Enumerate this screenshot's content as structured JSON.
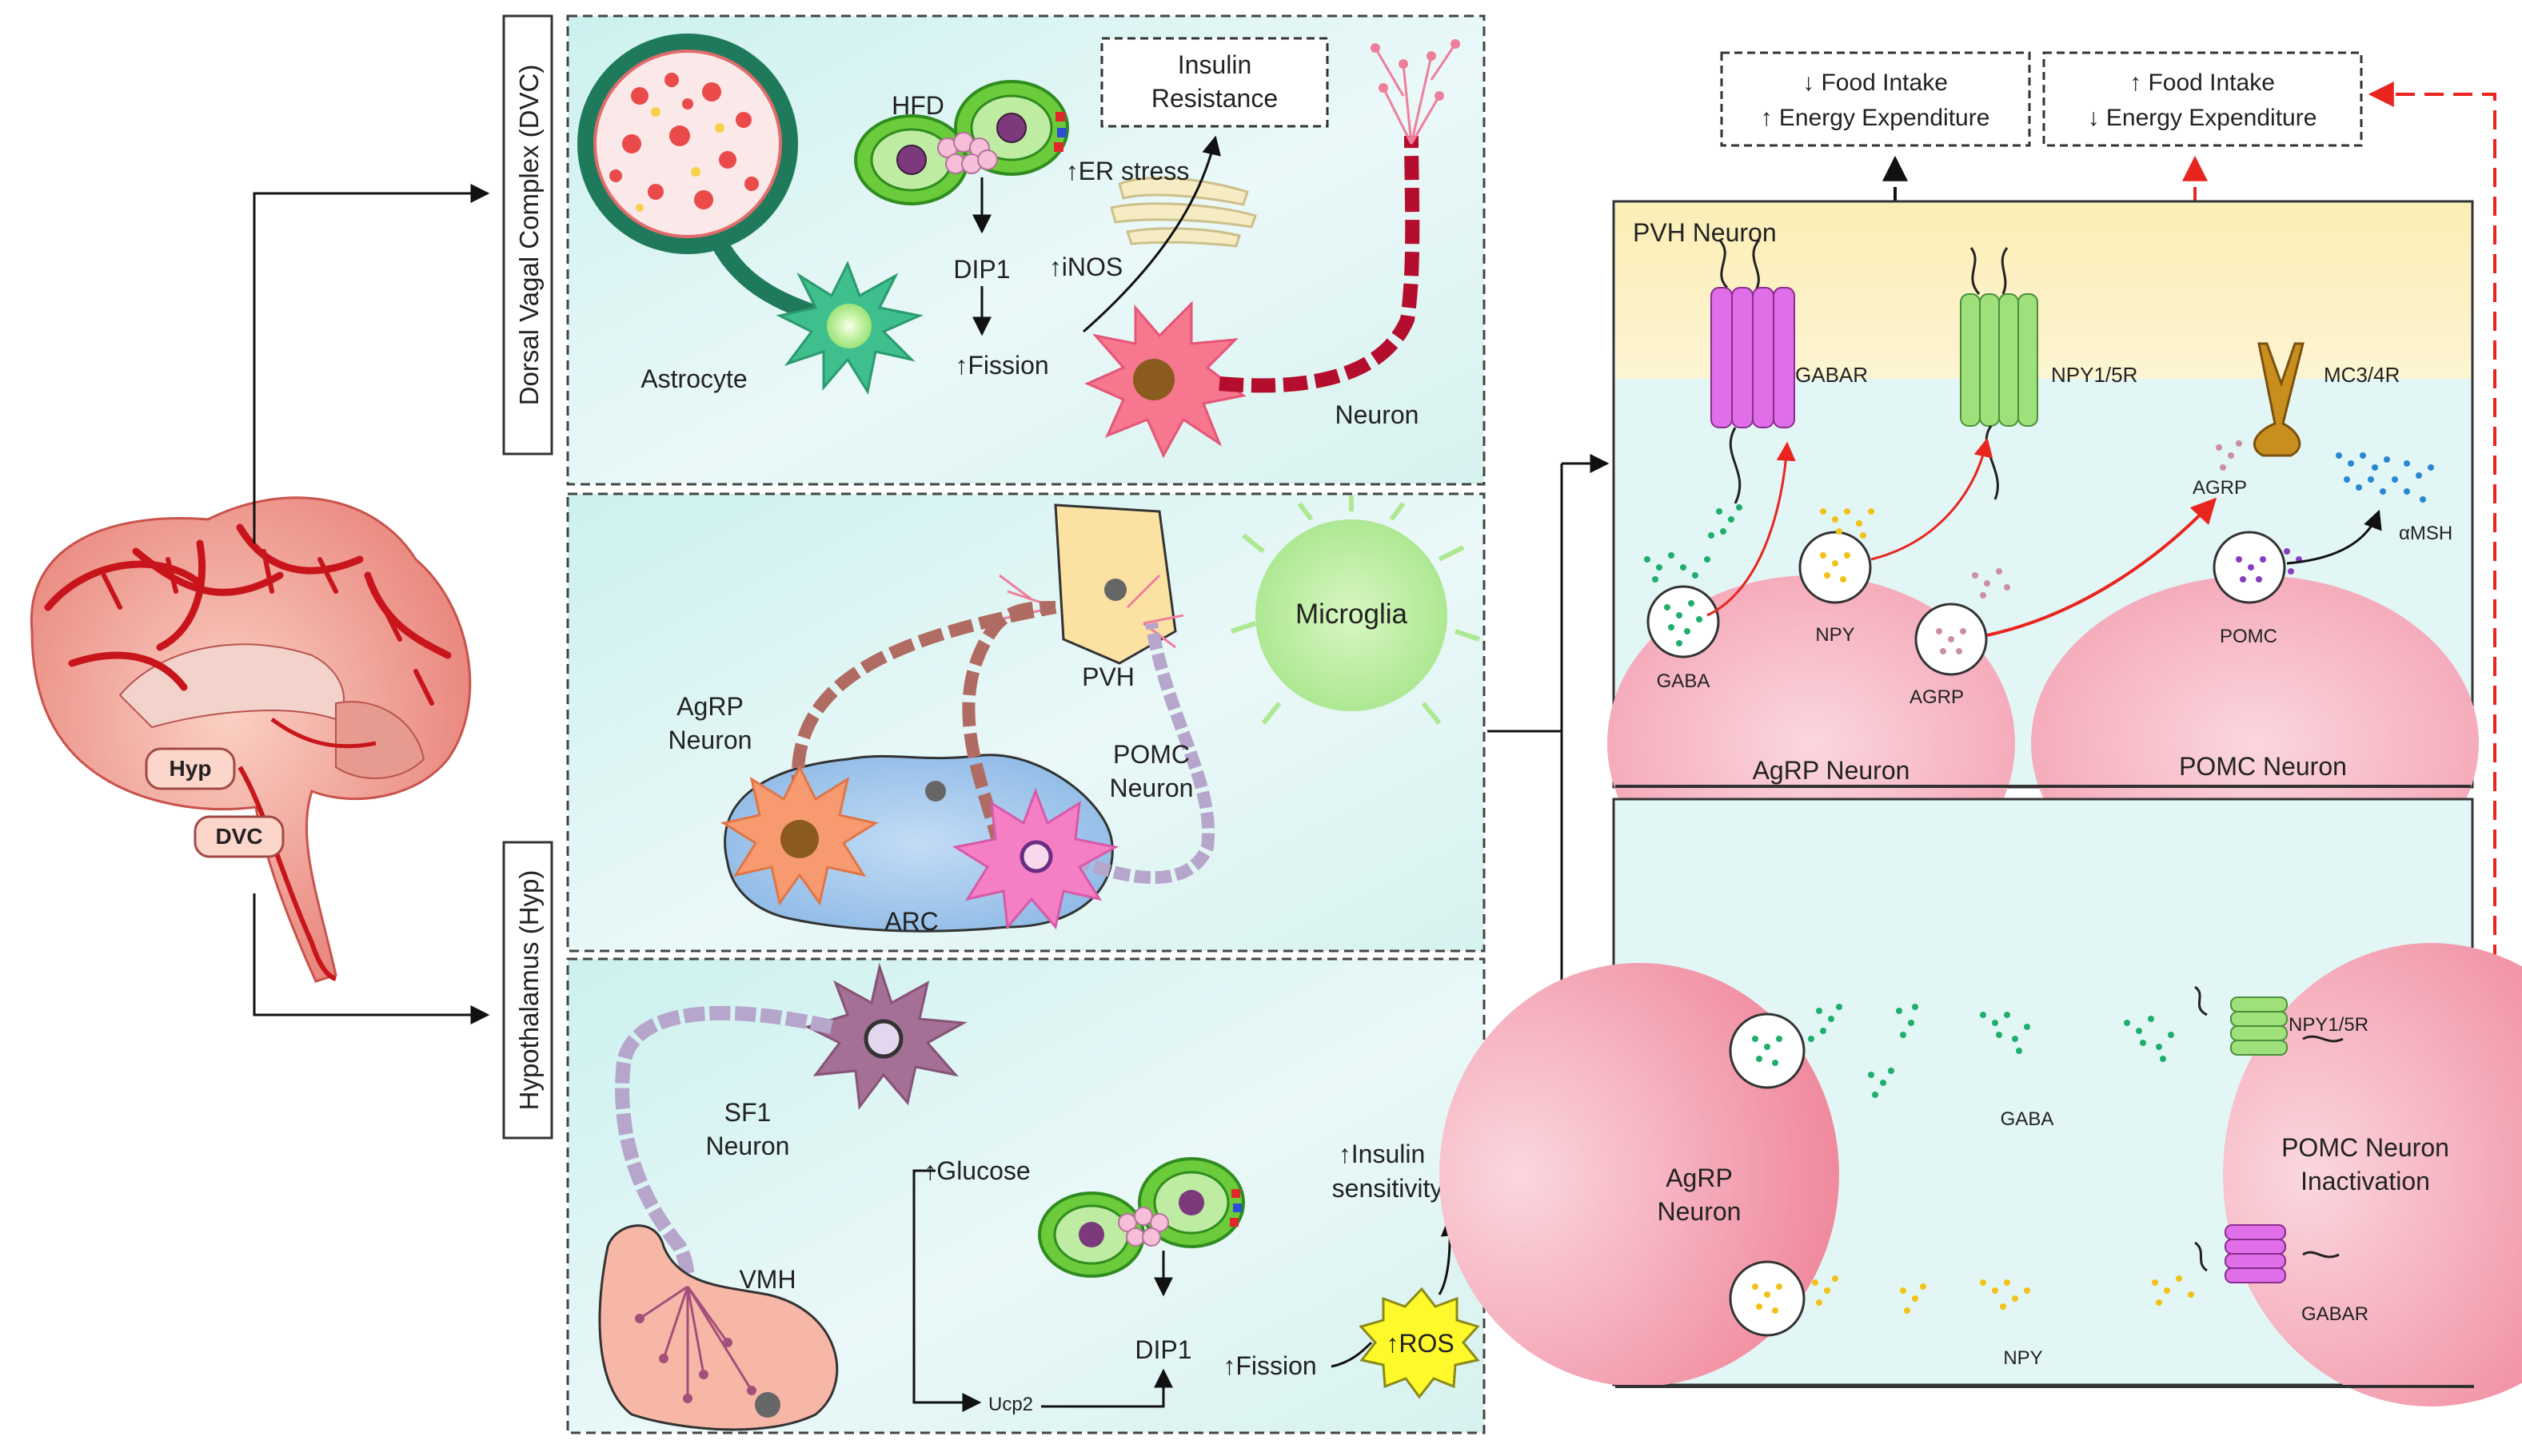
{
  "brain": {
    "hyp_label": "Hyp",
    "dvc_label": "DVC"
  },
  "side_labels": {
    "dvc": "Dorsal Vagal Complex (DVC)",
    "hyp": "Hypothalamus (Hyp)"
  },
  "panel_dvc": {
    "hfd": "HFD",
    "insulin_resistance_line1": "Insulin",
    "insulin_resistance_line2": "Resistance",
    "er_stress": "↑ER stress",
    "dip1": "DIP1",
    "inos": "↑iNOS",
    "fission": "↑Fission",
    "astrocyte": "Astrocyte",
    "neuron": "Neuron"
  },
  "panel_arc": {
    "microglia": "Microglia",
    "pvh": "PVH",
    "agrp_neuron_line1": "AgRP",
    "agrp_neuron_line2": "Neuron",
    "pomc_neuron_line1": "POMC",
    "pomc_neuron_line2": "Neuron",
    "arc": "ARC"
  },
  "panel_vmh": {
    "sf1_line1": "SF1",
    "sf1_line2": "Neuron",
    "vmh": "VMH",
    "glucose": "↑Glucose",
    "ucp2": "Ucp2",
    "dip1": "DIP1",
    "fission": "↑Fission",
    "ros": "↑ROS",
    "insulin_sens_line1": "↑Insulin",
    "insulin_sens_line2": "sensitivity"
  },
  "top_outcomes": {
    "left_line1": "↓ Food Intake",
    "left_line2": "↑ Energy Expenditure",
    "right_line1": "↑ Food Intake",
    "right_line2": "↓ Energy Expenditure"
  },
  "panel_pvh": {
    "pvh_neuron": "PVH Neuron",
    "gabar": "GABAR",
    "npy15r": "NPY1/5R",
    "mc34r": "MC3/4R",
    "agrp_peptide": "AGRP",
    "amsh": "αMSH",
    "gaba": "GABA",
    "npy": "NPY",
    "agrp_vesicle": "AGRP",
    "pomc": "POMC",
    "agrp_neuron": "AgRP Neuron",
    "pomc_neuron": "POMC Neuron"
  },
  "panel_inact": {
    "npy15r": "NPY1/5R",
    "gaba": "GABA",
    "agrp_neuron_line1": "AgRP",
    "agrp_neuron_line2": "Neuron",
    "pomc_inact_line1": "POMC Neuron",
    "pomc_inact_line2": "Inactivation",
    "npy": "NPY",
    "gabar": "GABAR"
  },
  "colors": {
    "vessel_red": "#d8262b",
    "gaba_green": "#1fae6b",
    "npy_yellow": "#f2c21a",
    "agrp_pink": "#c98ea8",
    "amsh_blue": "#2a86d1",
    "pomc_purple": "#8a3cc0",
    "arrow_red": "#e8251f"
  }
}
